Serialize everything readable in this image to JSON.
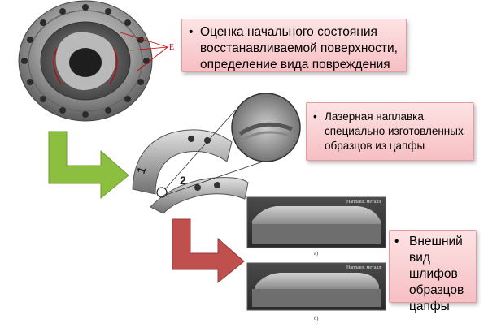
{
  "boxes": {
    "box1": "Оценка начального состояния восстанавливаемой поверхности, определение вида повреждения",
    "box2": "Лазерная наплавка специально изготовленных образцов из цапфы",
    "box3": "Внешний вид шлифов образцов цапфы",
    "bullet": "•"
  },
  "photos": {
    "label_e": "E",
    "sample_label_1": "1",
    "sample_label_2": "2",
    "micro_label": "Наплавл. металл",
    "caption_a": "а)",
    "caption_b": "б)"
  },
  "colors": {
    "arrow_green": "#8cbf3f",
    "arrow_red": "#c0504d",
    "box_fill": "#f6bfc3"
  }
}
